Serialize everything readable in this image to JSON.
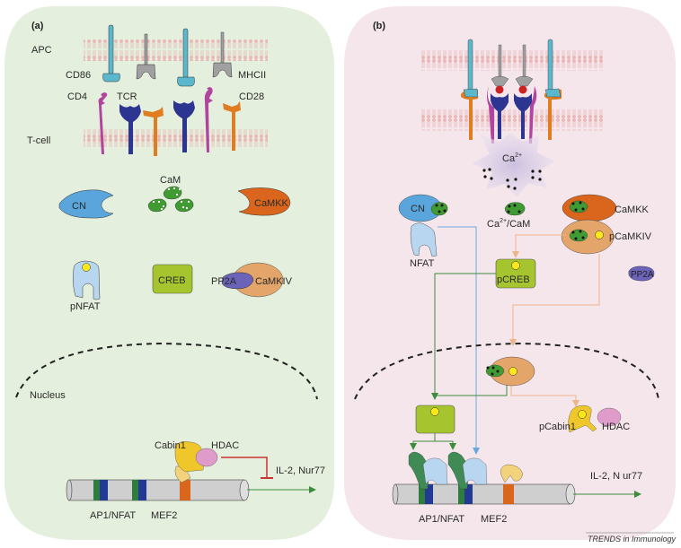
{
  "colors": {
    "panel_a_bg": "#e5efdd",
    "panel_b_bg": "#f5e6ec",
    "membrane": "#ebb8b8",
    "cd86": "#5bb8cc",
    "mhcii": "#a0a0a0",
    "cd4": "#b0449e",
    "tcr": "#2c3590",
    "cd28": "#e07d20",
    "cn": "#5aa5dc",
    "cam": "#3f9b32",
    "camkk": "#d9661c",
    "camkiv": "#e3a56a",
    "pp2a": "#6b63b8",
    "creb": "#a5c42d",
    "nfat": "#b9d6f1",
    "phospho": "#ffe81a",
    "cabin1": "#f0c72a",
    "cabin1_light": "#f2d27a",
    "hdac": "#df9ccb",
    "dna": "#cfcfcf",
    "ap1": "#2f7d3c",
    "nfat_site": "#233a94",
    "mef2": "#d9661c",
    "inhibit": "#cc3333",
    "arrow_green": "#3c8c3c",
    "arrow_blue": "#6aa8e0",
    "arrow_orange": "#eeb48a",
    "calcium_cloud": "#d8cde6"
  },
  "panel_a": {
    "label": "(a)",
    "apc_label": "APC",
    "tcell_label": "T-cell",
    "receptor_labels": {
      "cd86": "CD86",
      "mhcii": "MHCII",
      "cd4": "CD4",
      "tcr": "TCR",
      "cd28": "CD28"
    },
    "molecules": {
      "cn": "CN",
      "cam": "CaM",
      "camkk": "CaMKK",
      "pnfat": "pNFAT",
      "creb": "CREB",
      "pp2a": "PP2A",
      "camkiv": "CaMKIV"
    },
    "nucleus_label": "Nucleus",
    "cabin1": "Cabin1",
    "hdac": "HDAC",
    "target_genes": "IL-2, Nur77",
    "sites": {
      "ap1_nfat": "AP1/NFAT",
      "mef2": "MEF2"
    }
  },
  "panel_b": {
    "label": "(b)",
    "calcium": "Ca",
    "calcium_sup": "2+",
    "ca_cam": "Ca",
    "ca_cam_sup": "2+",
    "ca_cam_tail": "/CaM",
    "cn": "CN",
    "nfat": "NFAT",
    "camkk": "CaMKK",
    "pcamkiv": "pCaMKIV",
    "pcreb": "pCREB",
    "pp2a": "PP2A",
    "pcabin1": "pCabin1",
    "hdac": "HDAC",
    "target_genes": "IL-2, N ur77",
    "sites": {
      "ap1_nfat": "AP1/NFAT",
      "mef2": "MEF2"
    }
  },
  "credit": "TRENDS in Immunology"
}
